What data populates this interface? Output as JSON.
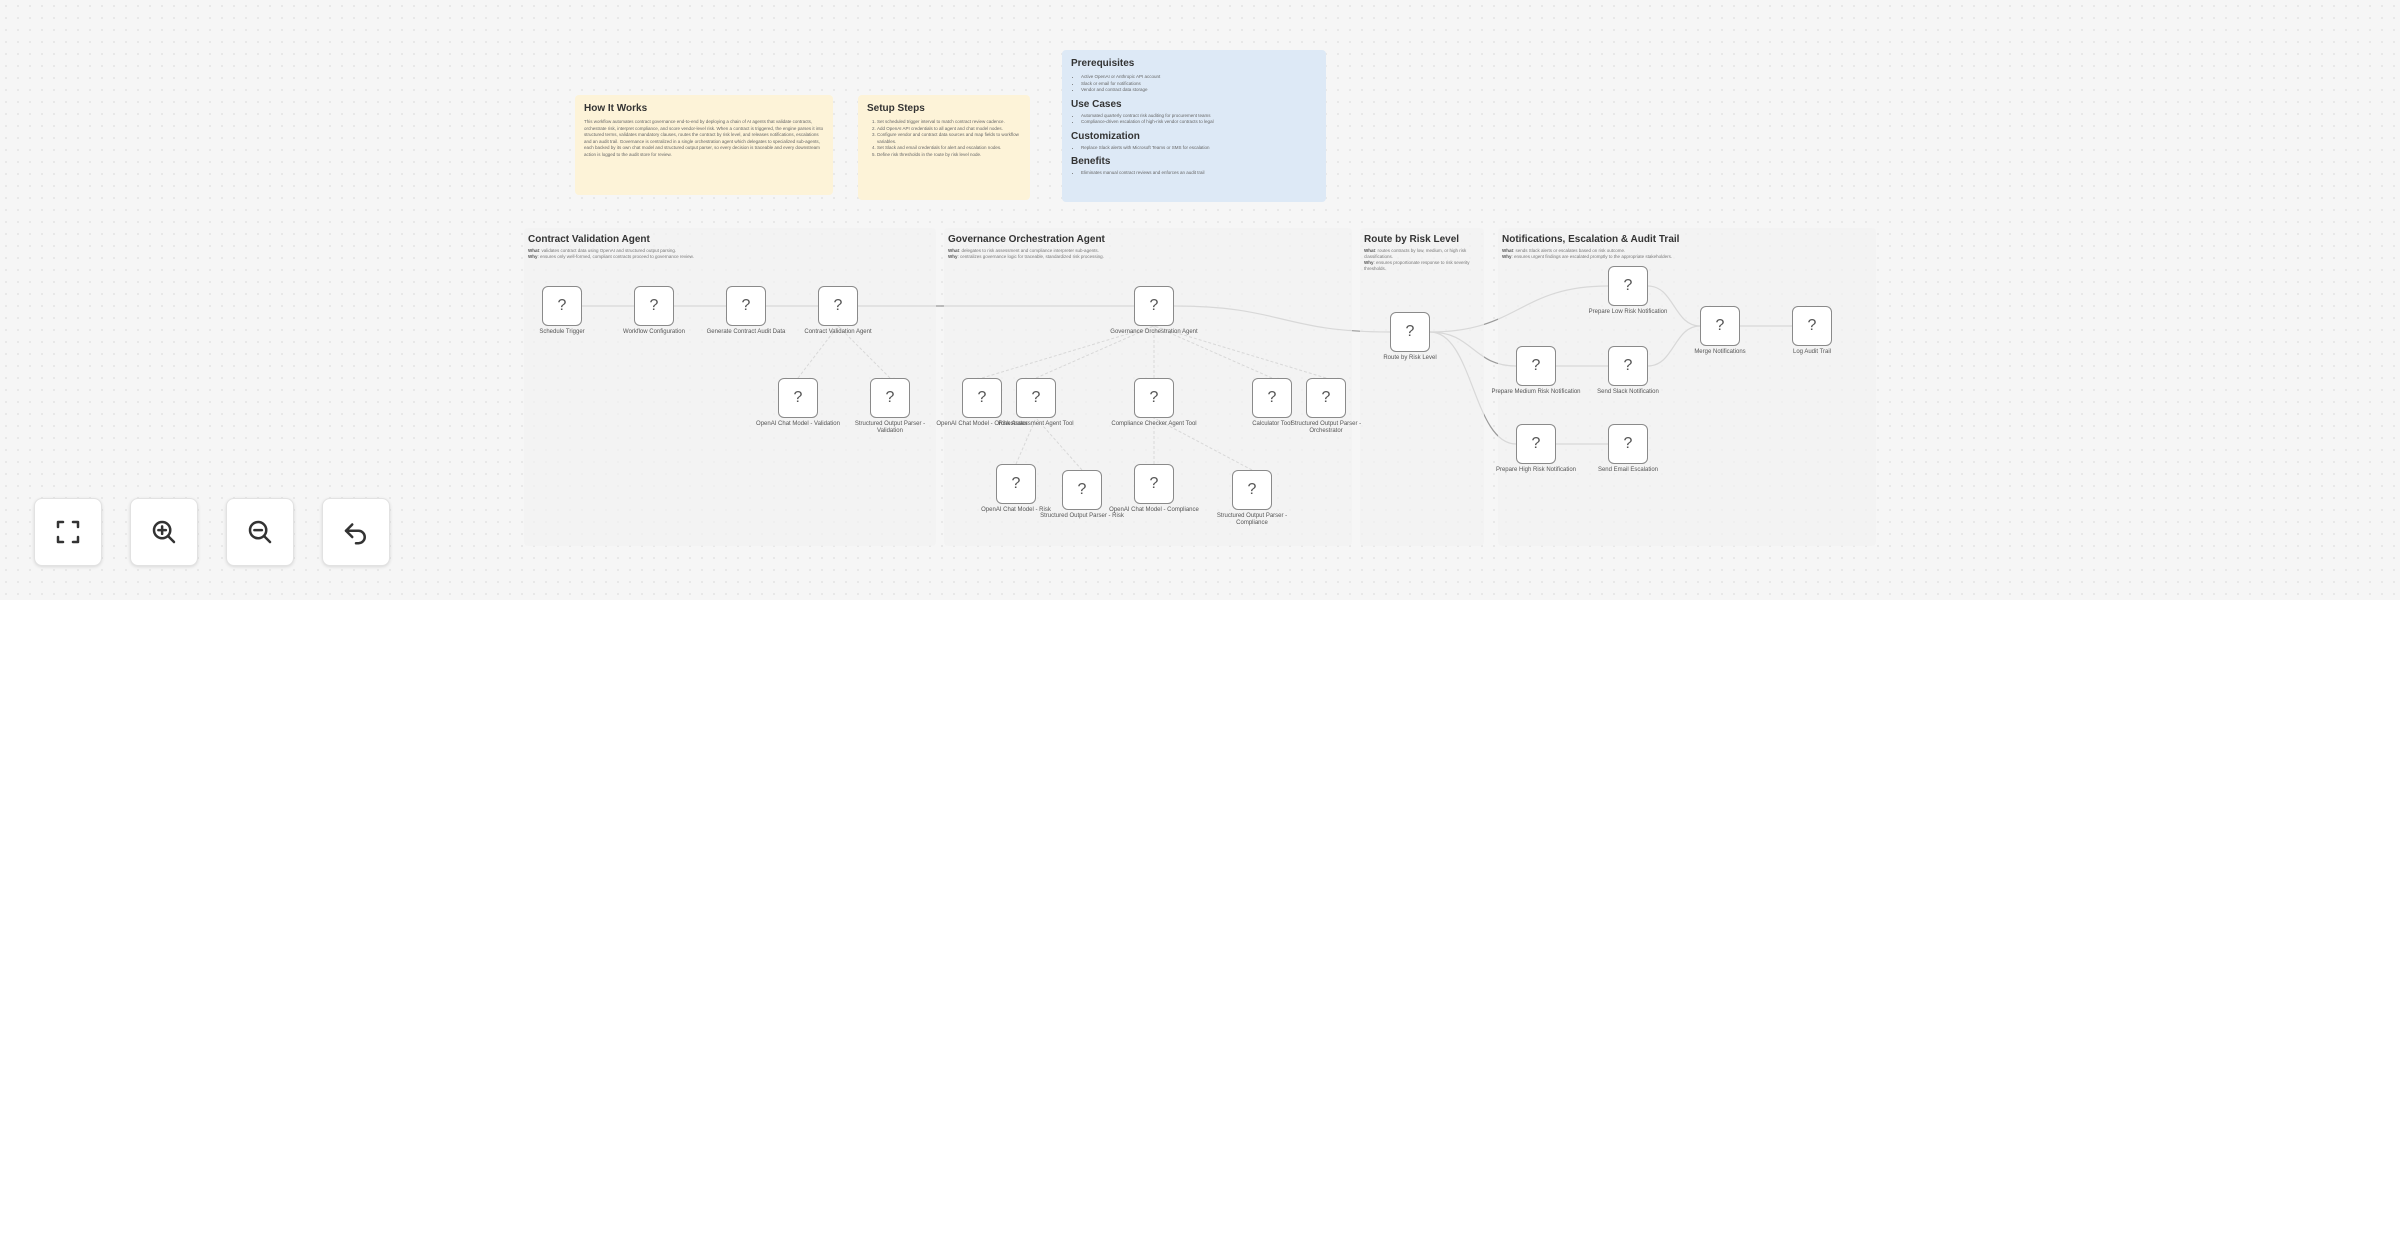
{
  "sticky_notes": {
    "how_it_works": {
      "title": "How It Works",
      "body": "This workflow automates contract governance end-to-end by deploying a chain of AI agents that validate contracts, orchestrate risk, interpret compliance, and score vendor-level risk. When a contract is triggered, the engine parses it into structured terms, validates mandatory clauses, routes the contract by risk level, and releases notifications, escalations and an audit trail. Governance is centralized in a single orchestration agent which delegates to specialized sub-agents, each backed by its own chat model and structured output parser, so every decision is traceable and every downstream action is logged to the audit store for review."
    },
    "setup_steps": {
      "title": "Setup Steps",
      "steps": [
        "Set scheduled trigger interval to match contract review cadence.",
        "Add OpenAI API credentials to all agent and chat model nodes.",
        "Configure vendor and contract data sources and map fields to workflow variables.",
        "Set Slack and email credentials for alert and escalation nodes.",
        "Define risk thresholds in the route by risk level node."
      ]
    },
    "prerequisites": {
      "title": "Prerequisites",
      "items": [
        "Active OpenAI or Anthropic API account",
        "Slack or email for notifications",
        "Vendor and contract data storage"
      ],
      "use_cases_title": "Use Cases",
      "use_cases": [
        "Automated quarterly contract risk auditing for procurement teams",
        "Compliance-driven escalation of high-risk vendor contracts to legal"
      ],
      "customization_title": "Customization",
      "customization": [
        "Replace Slack alerts with Microsoft Teams or SMS for escalation"
      ],
      "benefits_title": "Benefits",
      "benefits": [
        "Eliminates manual contract reviews and enforces an audit trail"
      ]
    }
  },
  "groups": [
    {
      "title": "Contract Validation Agent",
      "what": "What",
      "what_text": ": validates contract data using OpenAI and structured output parsing.",
      "why": "Why",
      "why_text": ": ensures only well-formed, compliant contracts proceed to governance review."
    },
    {
      "title": "Governance Orchestration Agent",
      "what": "What",
      "what_text": ": delegates to risk assessment and compliance interpreter sub-agents.",
      "why": "Why",
      "why_text": ": centralizes governance logic for traceable, standardized risk processing."
    },
    {
      "title": "Route by Risk Level",
      "what": "What",
      "what_text": ": routes contracts by low, medium, or high risk classifications.",
      "why": "Why",
      "why_text": ": ensures proportionate response to risk severity thresholds."
    },
    {
      "title": "Notifications, Escalation & Audit Trail",
      "what": "What",
      "what_text": ": sends Slack alerts or escalates based on risk outcome.",
      "why": "Why",
      "why_text": ": ensures urgent findings are escalated promptly to the appropriate stakeholders."
    }
  ],
  "nodes": {
    "schedule_trigger": {
      "icon": "?",
      "label": "Schedule Trigger"
    },
    "workflow_configuration": {
      "icon": "?",
      "label": "Workflow Configuration"
    },
    "generate_contract_audit_data": {
      "icon": "?",
      "label": "Generate Contract Audit Data"
    },
    "contract_validation_agent": {
      "icon": "?",
      "label": "Contract Validation Agent"
    },
    "openai_chat_model_validation": {
      "icon": "?",
      "label": "OpenAI Chat Model - Validation"
    },
    "structured_output_parser_validation": {
      "icon": "?",
      "label": "Structured Output Parser - Validation"
    },
    "governance_orchestration_agent": {
      "icon": "?",
      "label": "Governance Orchestration Agent"
    },
    "openai_chat_model_orchestrator": {
      "icon": "?",
      "label": "OpenAI Chat Model - Orchestrator"
    },
    "risk_assessment_agent_tool": {
      "icon": "?",
      "label": "Risk Assessment Agent Tool"
    },
    "compliance_checker_agent_tool": {
      "icon": "?",
      "label": "Compliance Checker Agent Tool"
    },
    "calculator_tool": {
      "icon": "?",
      "label": "Calculator Tool"
    },
    "structured_output_parser_orchestrator": {
      "icon": "?",
      "label": "Structured Output Parser - Orchestrator"
    },
    "openai_chat_model_risk": {
      "icon": "?",
      "label": "OpenAI Chat Model - Risk"
    },
    "structured_output_parser_risk": {
      "icon": "?",
      "label": "Structured Output Parser - Risk"
    },
    "openai_chat_model_compliance": {
      "icon": "?",
      "label": "OpenAI Chat Model - Compliance"
    },
    "structured_output_parser_compliance": {
      "icon": "?",
      "label": "Structured Output Parser - Compliance"
    },
    "route_by_risk_level": {
      "icon": "?",
      "label": "Route by Risk Level"
    },
    "prepare_low_risk_notification": {
      "icon": "?",
      "label": "Prepare Low Risk Notification"
    },
    "prepare_medium_risk_notification": {
      "icon": "?",
      "label": "Prepare Medium Risk Notification"
    },
    "send_slack_notification": {
      "icon": "?",
      "label": "Send Slack Notification"
    },
    "merge_notifications": {
      "icon": "?",
      "label": "Merge Notifications"
    },
    "log_audit_trail": {
      "icon": "?",
      "label": "Log Audit Trail"
    },
    "prepare_high_risk_notification": {
      "icon": "?",
      "label": "Prepare High Risk Notification"
    },
    "send_email_escalation": {
      "icon": "?",
      "label": "Send Email Escalation"
    }
  },
  "controls": {
    "fit_view": {
      "icon": "fit-view-icon"
    },
    "zoom_in": {
      "icon": "zoom-in-icon"
    },
    "zoom_out": {
      "icon": "zoom-out-icon"
    },
    "undo": {
      "icon": "undo-icon"
    }
  },
  "colors": {
    "canvas_bg": "#f6f6f6",
    "sticky_yellow": "#fdf3d8",
    "sticky_blue": "#dde9f6",
    "node_border": "#8a8a8a",
    "edge": "#9a9a9a"
  }
}
